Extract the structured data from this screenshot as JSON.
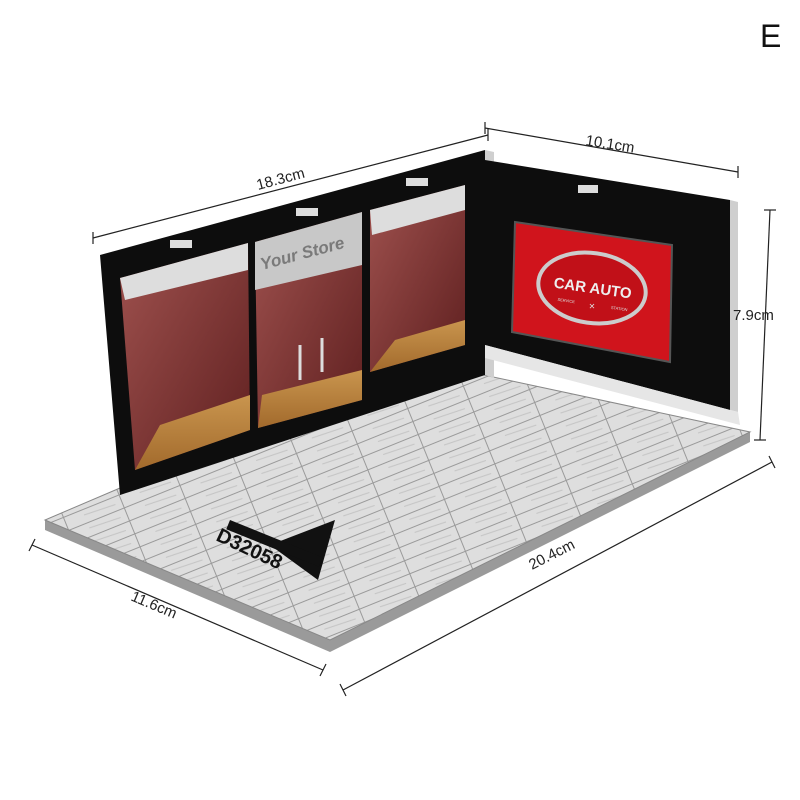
{
  "variant_label": "E",
  "dimensions": {
    "back_wall_width": "18.3cm",
    "side_wall_width": "10.1cm",
    "height": "7.9cm",
    "base_length": "20.4cm",
    "base_depth": "11.6cm"
  },
  "store_sign": "Your Store",
  "logo": {
    "brand": "CAR AUTO",
    "left_sub": "SERVICE",
    "right_sub": "STATION"
  },
  "floor_code": "D32058",
  "colors": {
    "wall": "#0d0d0d",
    "window_red": "#7a2a2a",
    "sign_red": "#d0141c",
    "floor": "#d9d9d9"
  }
}
